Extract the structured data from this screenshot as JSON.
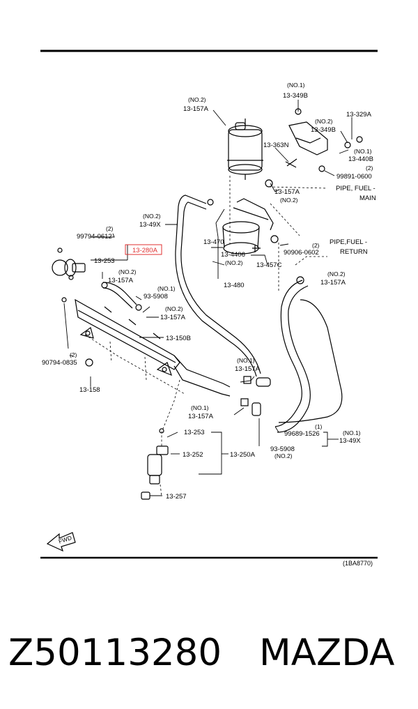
{
  "labels": {
    "no2_157a_top": "(NO.2)",
    "p13157a_top": "13-157A",
    "no1_349b": "(NO.1)",
    "p13349b_1": "13-349B",
    "no2_349b": "(NO.2)",
    "p13349b_2": "13-349B",
    "p13329a": "13-329A",
    "p13363n": "13-363N",
    "no1_440b": "(NO.1)",
    "p13440b": "13-440B",
    "n2_998": "(2)",
    "p99891": "99891-0600",
    "p13157a_mid": "13-157A",
    "no2_mid": "(NO.2)",
    "pipe_main_1": "PIPE, FUEL -",
    "pipe_main_2": "MAIN",
    "no2_49x": "(NO.2)",
    "p1349x": "13-49X",
    "n2_997": "(2)",
    "p99794_0612": "99794-0612",
    "p13280a": "13-280A",
    "p13253_top": "13-253",
    "p13470": "13-470",
    "p134406": "13-4406",
    "no2_4406": "(NO.2)",
    "p13457c": "13-457C",
    "n2_909": "(2)",
    "p90906": "90906-0602",
    "pipe_ret_1": "PIPE,FUEL -",
    "pipe_ret_2": "RETURN",
    "no2_157a_l": "(NO.2)",
    "p13157a_l": "13-157A",
    "no2_157a_r": "(NO.2)",
    "p13157a_r": "13-157A",
    "p13480": "13-480",
    "no1_5908": "(NO.1)",
    "p935908": "93-5908",
    "no2_157a_l2": "(NO.2)",
    "p13157a_l2": "13-157A",
    "p13150b": "13-150B",
    "n2_907": "(2)",
    "p90794": "90794-0835",
    "p13158": "13-158",
    "no1_157a_c": "(NO.1)",
    "p13157a_c": "13-157A",
    "no1_157a_b": "(NO.1)",
    "p13157a_b": "13-157A",
    "n1_996": "(1)",
    "p99689": "99689-1526",
    "no1_49x_b": "(NO.1)",
    "p1349x_b": "13-49X",
    "p935908_b": "93-5908",
    "no2_5908_b": "(NO.2)",
    "p13253_b": "13-253",
    "p13252": "13-252",
    "p13250a": "13-250A",
    "p13257": "13-257",
    "fwd": "FWD",
    "ref": "(1BA8770)"
  },
  "footer": {
    "part_number": "Z50113280",
    "brand": "MAZDA"
  },
  "colors": {
    "highlight": "#e03030"
  }
}
